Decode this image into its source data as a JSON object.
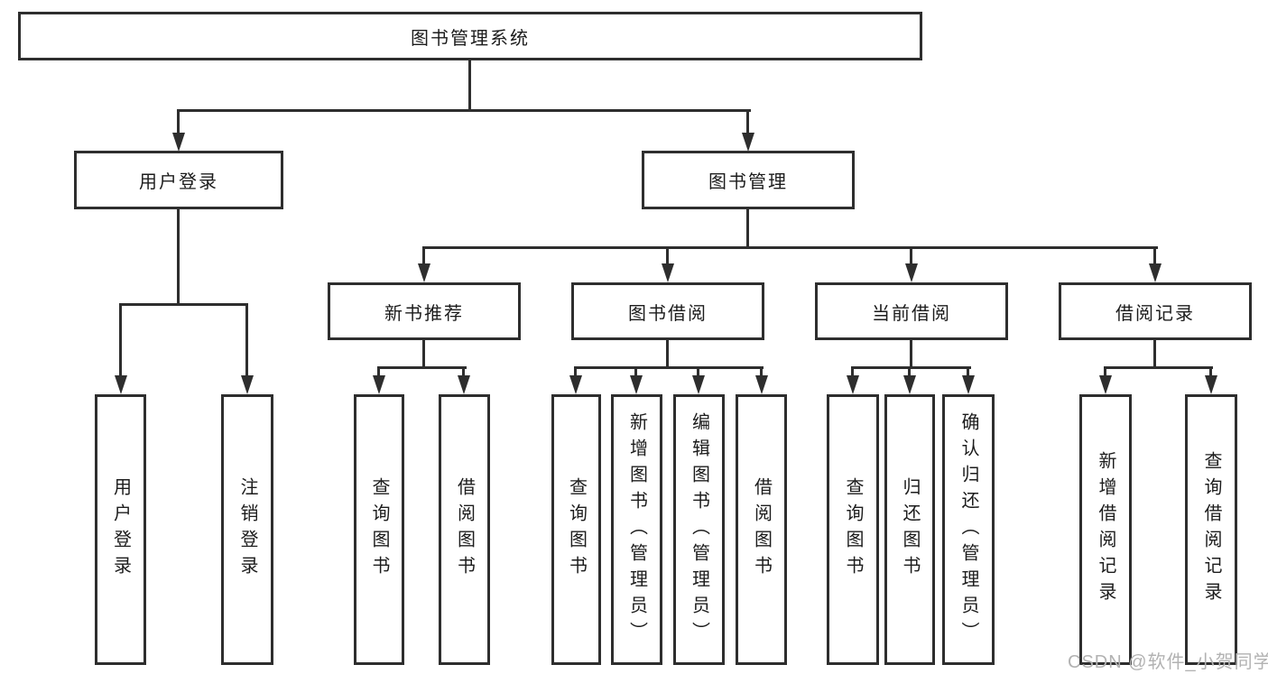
{
  "page": {
    "background": "#ffffff"
  },
  "colors": {
    "line": "#2e2e2e",
    "box_border": "#2e2e2e",
    "text": "#1c1c1c",
    "watermark": "#b2b2b2"
  },
  "watermark": {
    "text": "CSDN @软件_小贺同学"
  },
  "diagram": {
    "type": "hierarchy-tree",
    "root": {
      "label": "图书管理系统",
      "children": [
        {
          "label": "用户登录",
          "children": [
            {
              "label": "用户登录"
            },
            {
              "label": "注销登录"
            }
          ]
        },
        {
          "label": "图书管理",
          "children": [
            {
              "label": "新书推荐",
              "children": [
                {
                  "label": "查询图书"
                },
                {
                  "label": "借阅图书"
                }
              ]
            },
            {
              "label": "图书借阅",
              "children": [
                {
                  "label": "查询图书"
                },
                {
                  "label": "新增图书（管理员）"
                },
                {
                  "label": "编辑图书（管理员）"
                },
                {
                  "label": "借阅图书"
                }
              ]
            },
            {
              "label": "当前借阅",
              "children": [
                {
                  "label": "查询图书"
                },
                {
                  "label": "归还图书"
                },
                {
                  "label": "确认归还（管理员）"
                }
              ]
            },
            {
              "label": "借阅记录",
              "children": [
                {
                  "label": "新增借阅记录"
                },
                {
                  "label": "查询借阅记录"
                }
              ]
            }
          ]
        }
      ]
    }
  }
}
